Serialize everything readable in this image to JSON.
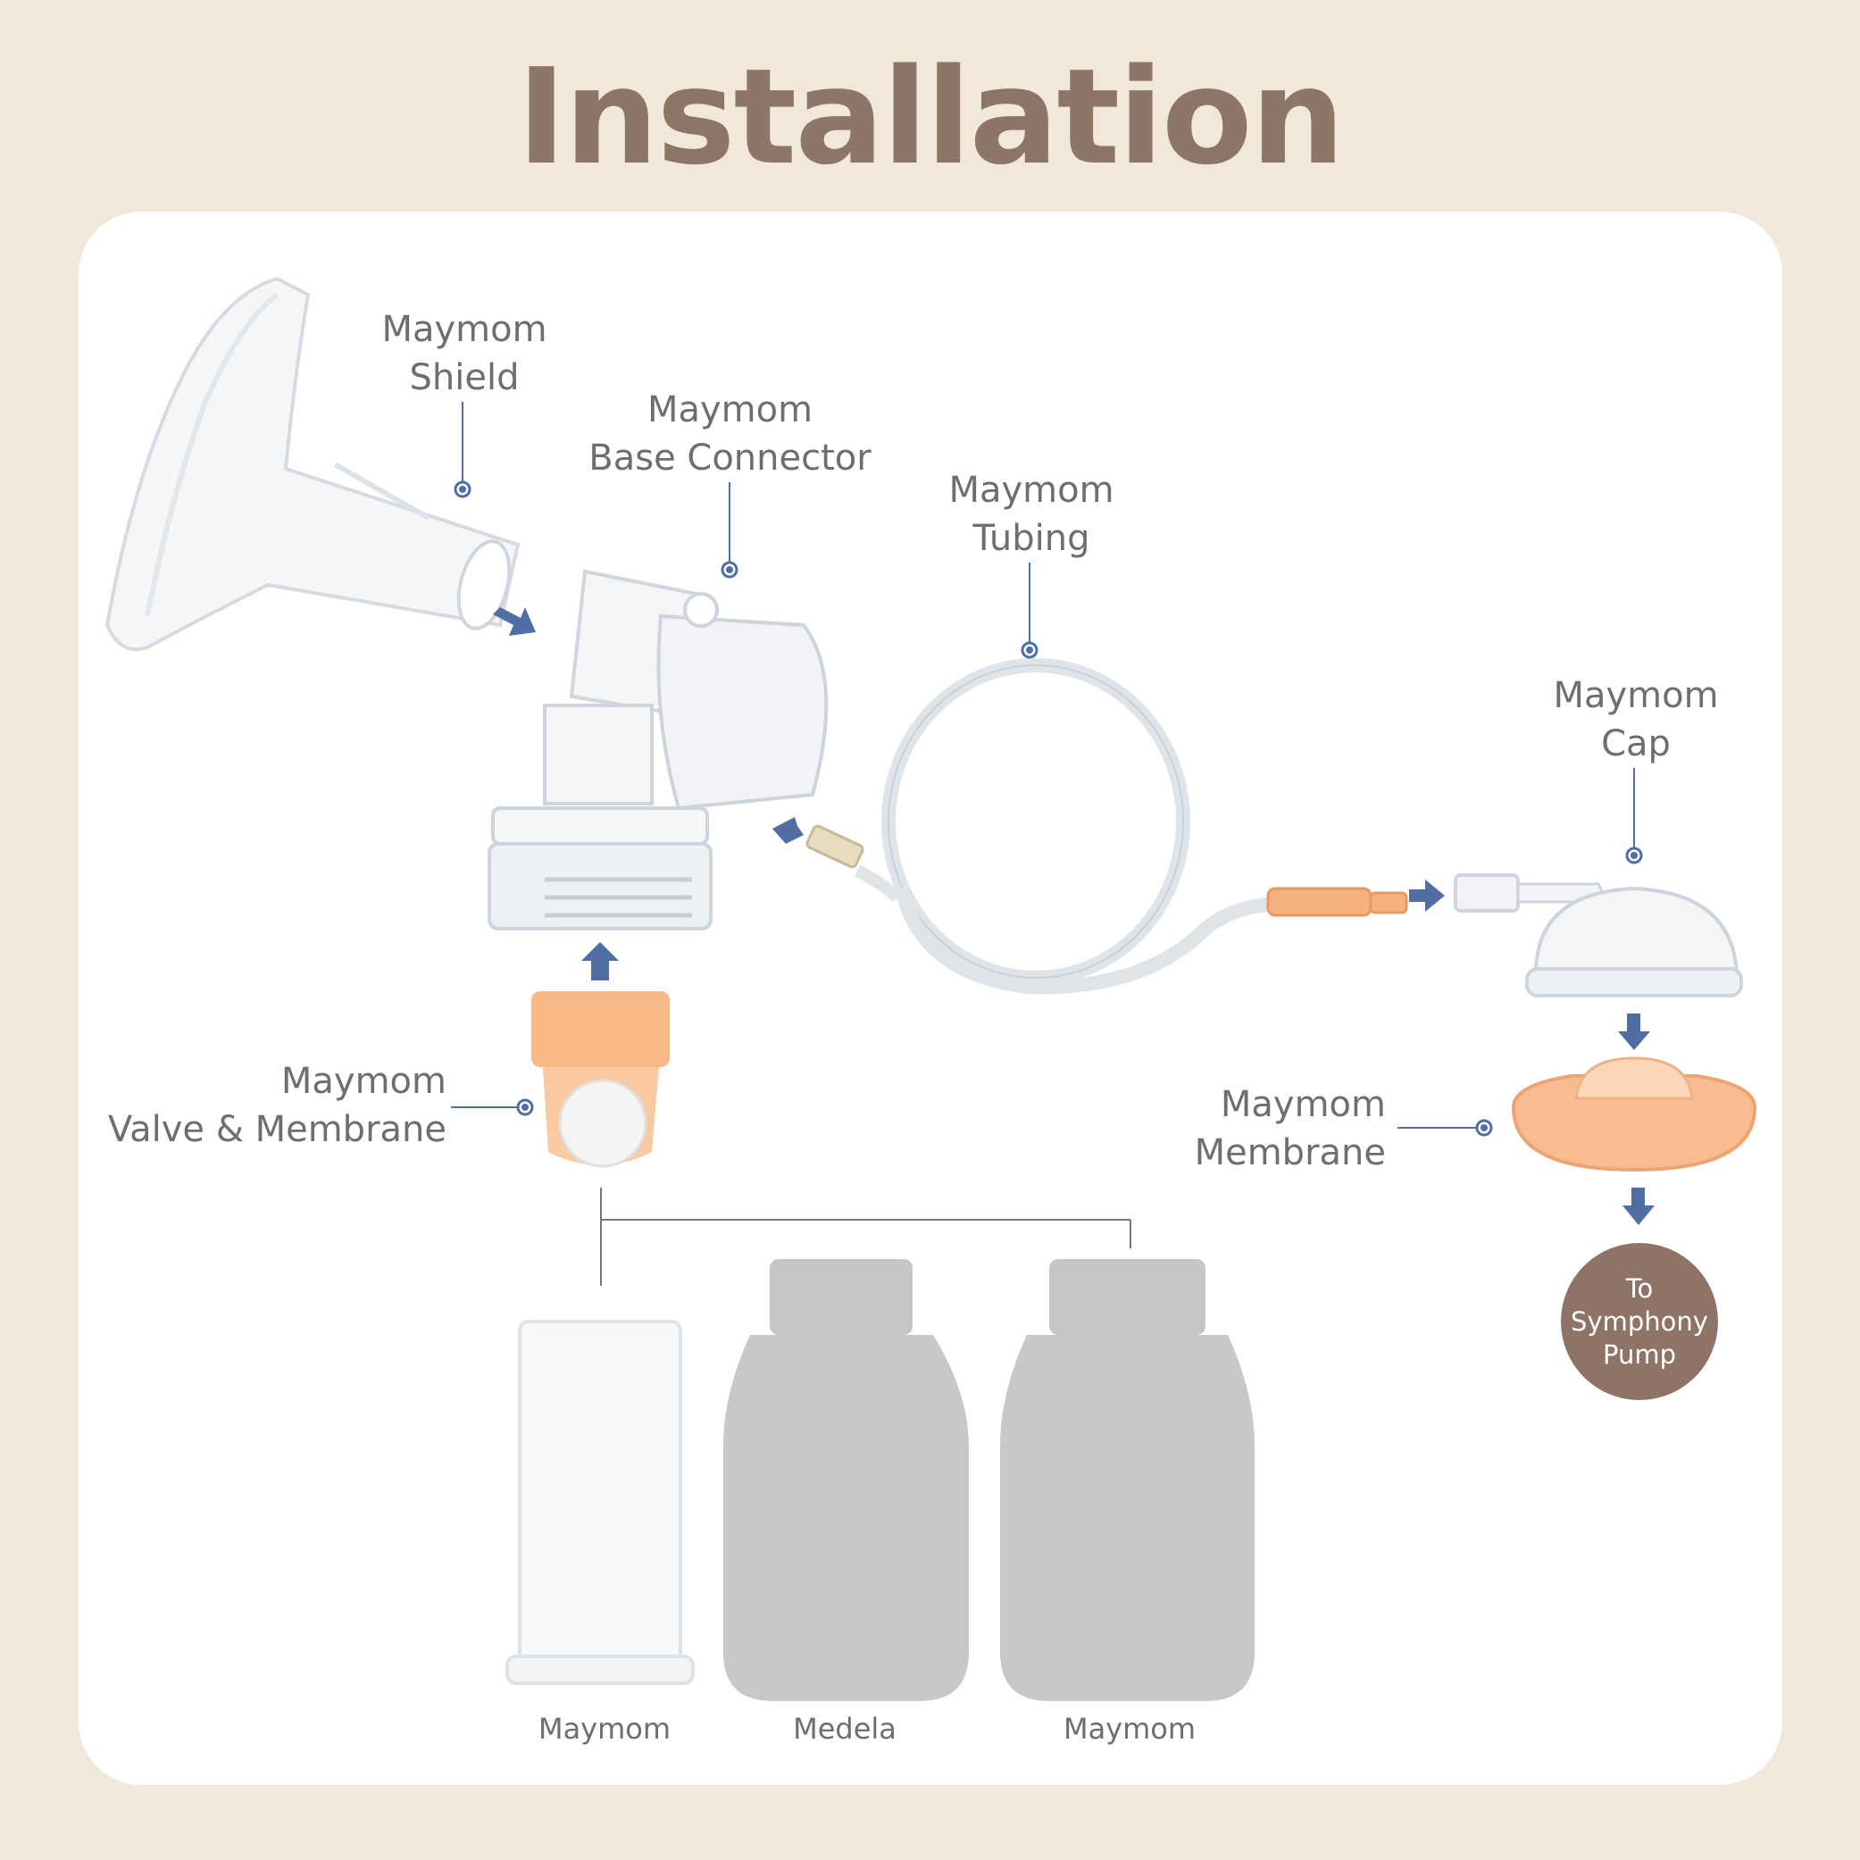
{
  "title": "Installation",
  "labels": {
    "shield": [
      "Maymom",
      "Shield"
    ],
    "base_connector": [
      "Maymom",
      "Base Connector"
    ],
    "tubing": [
      "Maymom",
      "Tubing"
    ],
    "cap": [
      "Maymom",
      "Cap"
    ],
    "valve": [
      "Maymom",
      "Valve & Membrane"
    ],
    "membrane": [
      "Maymom",
      "Membrane"
    ]
  },
  "pump": [
    "To",
    "Symphony",
    "Pump"
  ],
  "bottles": [
    "Maymom",
    "Medela",
    "Maymom"
  ],
  "colors": {
    "accent_arrow": "#4f6fa3",
    "title": "#8c7668",
    "valve_orange": "#f3b27f",
    "pump_bg": "#8e7466"
  }
}
